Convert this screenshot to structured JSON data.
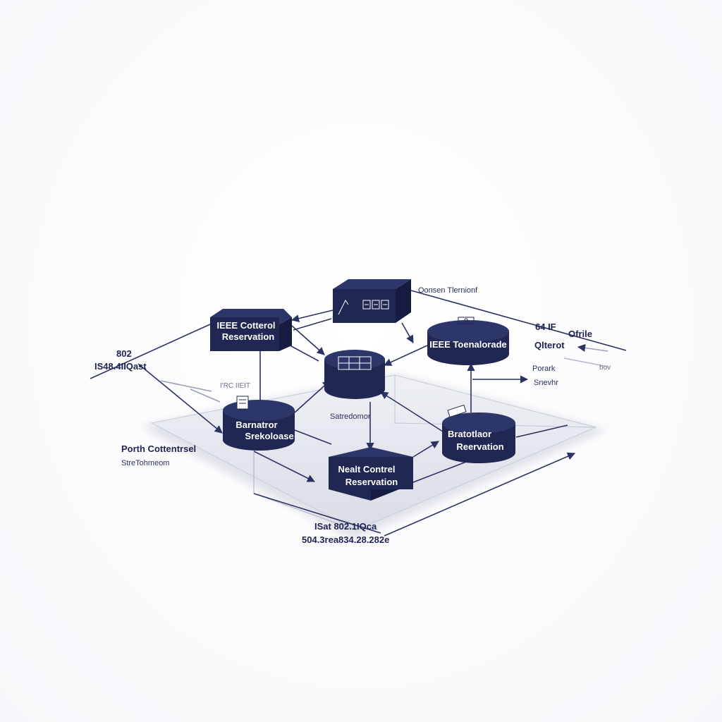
{
  "colors": {
    "node_fill": "#1f2752",
    "node_top": "#2d3668",
    "line": "#2b3363",
    "platform": "#e4e6ee"
  },
  "nodes": {
    "top_box": {
      "icon": "server-rack-icon"
    },
    "ieee_control": {
      "line1": "IEEE Cotterol",
      "line2": "Reservation"
    },
    "center_cyl": {
      "icon": "panel-grid-icon"
    },
    "ieee_right": {
      "line1": "IEEE Toenalorade"
    },
    "left_cyl": {
      "line1": "Barnatror",
      "line2": "Srekoloase"
    },
    "right_cyl": {
      "line1": "Bratotlaor",
      "line2": "Reervation"
    },
    "bottom_box": {
      "line1": "Nealt Contrel",
      "line2": "Reservation"
    }
  },
  "labels": {
    "top_right": "Oonsen Tlernionf",
    "left_num": "802",
    "left_code": "IS48.4IIQast",
    "right_a": "64 IF",
    "right_b": "Ofrile",
    "right_c": "Qlterot",
    "right_d": "Porark",
    "right_e": "Snevhr",
    "right_f": "bov",
    "small_left": "I'RC IIEIT",
    "center": "Satredomor",
    "port_line1": "Porth Cottentrsel",
    "port_line2": "StreTohmeom",
    "bottom_line1": "ISat 802.1IQca",
    "bottom_line2": "504.3rea834.28.282e"
  }
}
